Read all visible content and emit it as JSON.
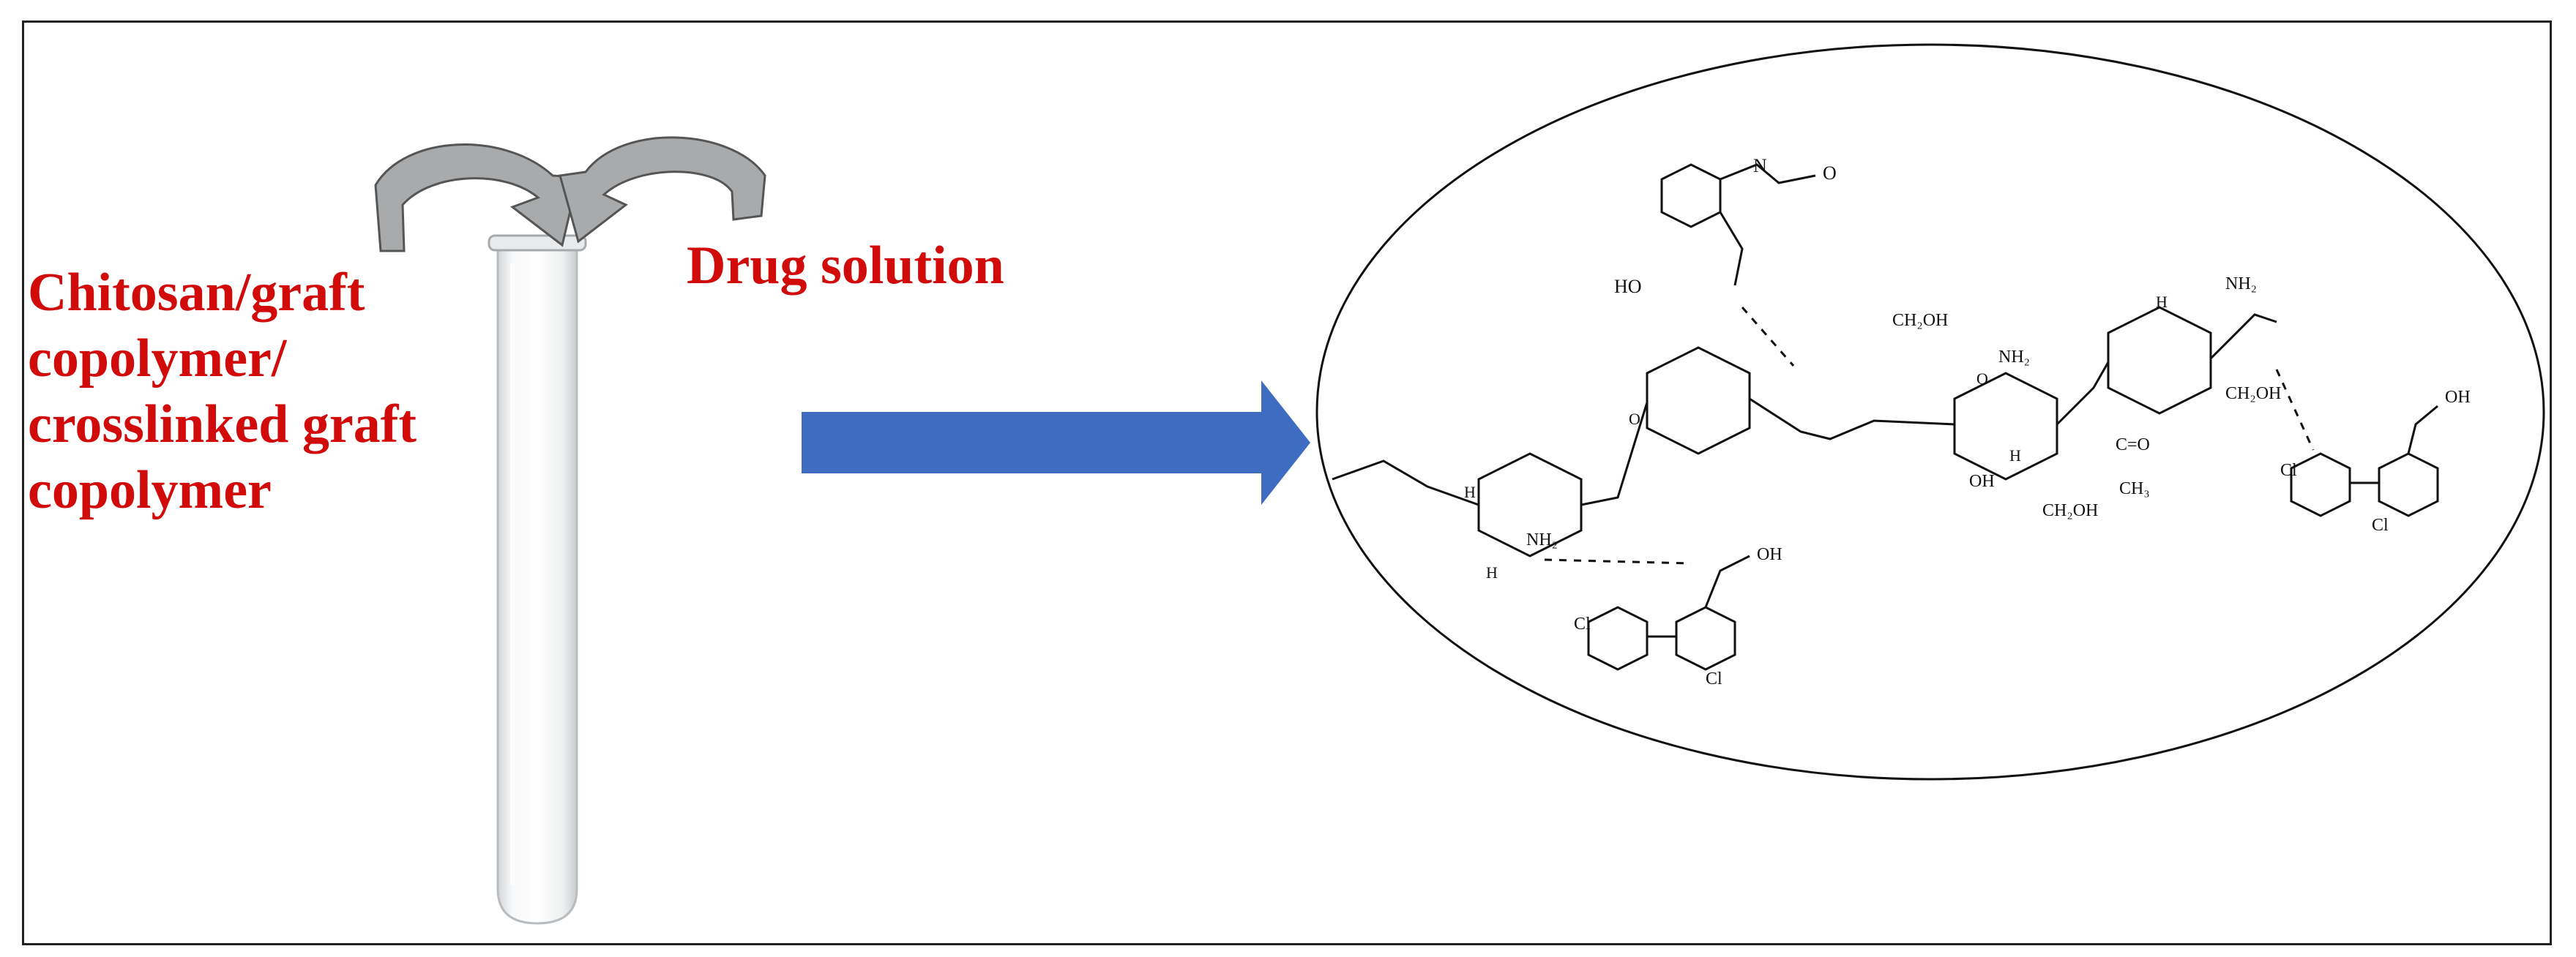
{
  "labels": {
    "polymer_lines": [
      "Chitosan/graft",
      "copolymer/",
      "crosslinked graft",
      "copolymer"
    ],
    "drug": "Drug solution"
  },
  "chem_text": {
    "h": "H",
    "oh": "OH",
    "nh2": "NH₂",
    "ch2oh": "CH₂OH",
    "cho": "C=O",
    "ch3": "CH₃",
    "ho": "HO",
    "cl": "Cl",
    "n": "N",
    "o": "O"
  },
  "colors": {
    "label": "#d10a0a",
    "arrow_blue": "#3d6cc0",
    "curved_arrow_fill": "#a8aaac",
    "structure_ink": "#111111"
  },
  "icons": {
    "test_tube": "test-tube-icon",
    "curved_arrows": "curved-arrow-icon",
    "process_arrow": "right-arrow-icon"
  }
}
